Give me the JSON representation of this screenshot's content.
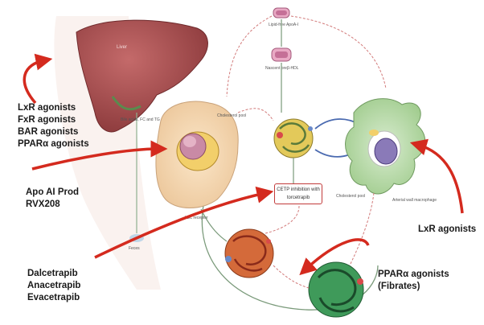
{
  "title_partial": "",
  "drug_groups": {
    "liver_left": [
      "LxR agonists",
      "FxR agonists",
      "BAR agonists",
      "PPARα agonists"
    ],
    "apo": [
      "Apo AI Prod",
      "RVX208"
    ],
    "cetp": [
      "Dalcetrapib",
      "Anacetrapib",
      "Evacetrapib"
    ],
    "macrophage": [
      "LxR agonists"
    ],
    "fibrates": [
      "PPARα agonists",
      "(Fibrates)"
    ]
  },
  "diagram_labels": {
    "liver": "Liver",
    "bile": "Bile acids, FC and TG",
    "cetp_box": "CETP inhibition with torcetrapib",
    "chol_pool_left": "Cholesterol pool",
    "chol_pool_right": "Cholesterol pool",
    "macrophage": "Arterial wall macrophage",
    "ldl_receptor": "LDL receptor",
    "apoa1": "Lipid-free ApoA-I",
    "nascent": "Nascent preβ-HDL",
    "feces": "Feces"
  },
  "colors": {
    "arrow_red": "#d42a1e",
    "liver": "#a8494a",
    "background": "#ffffff"
  }
}
